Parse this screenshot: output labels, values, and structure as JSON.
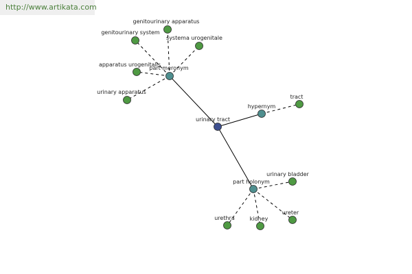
{
  "source_url": "http://www.artikata.com",
  "colors": {
    "leaf": "#4f9a43",
    "relation": "#4f8f8f",
    "center": "#3d4f8f",
    "edge": "#000000"
  },
  "nodes": {
    "center": "urinary tract",
    "part_meronym": "part meronym",
    "hypernym": "hypernym",
    "part_holonym": "part holonym",
    "genitourinary_apparatus": "genitourinary apparatus",
    "genitourinary_system": "genitourinary system",
    "systema_urogenitale": "systema urogenitale",
    "apparatus_urogenitalis": "apparatus urogenitalis",
    "urinary_apparatus": "urinary apparatus",
    "tract": "tract",
    "urinary_bladder": "urinary bladder",
    "ureter": "ureter",
    "kidney": "kidney",
    "urethra": "urethra"
  }
}
